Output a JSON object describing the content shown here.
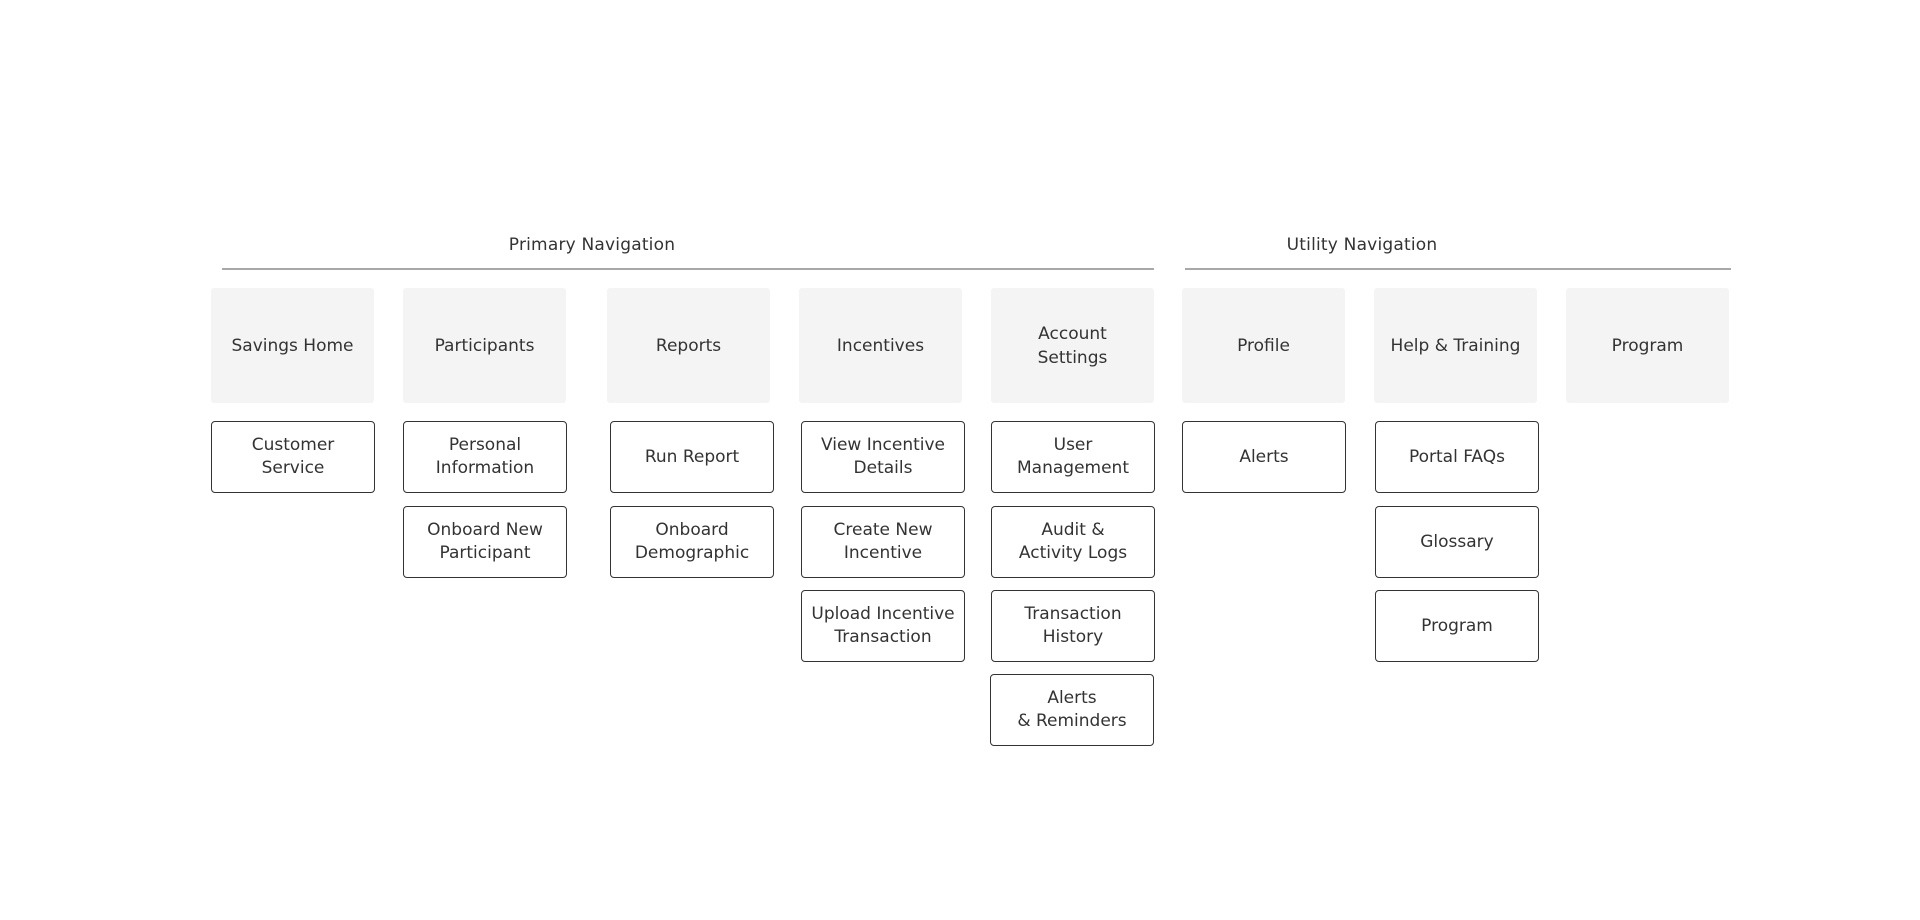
{
  "sections": {
    "primary": "Primary Navigation",
    "utility": "Utility Navigation"
  },
  "columns": [
    {
      "title": "Savings Home",
      "children": [
        "Customer\nService"
      ]
    },
    {
      "title": "Participants",
      "children": [
        "Personal\nInformation",
        "Onboard New\nParticipant"
      ]
    },
    {
      "title": "Reports",
      "children": [
        "Run Report",
        "Onboard\nDemographic"
      ]
    },
    {
      "title": "Incentives",
      "children": [
        "View Incentive\nDetails",
        "Create New\nIncentive",
        "Upload Incentive\nTransaction"
      ]
    },
    {
      "title": "Account\nSettings",
      "children": [
        "User\nManagement",
        "Audit &\nActivity Logs",
        "Transaction\nHistory",
        "Alerts\n& Reminders"
      ]
    },
    {
      "title": "Profile",
      "children": [
        "Alerts"
      ]
    },
    {
      "title": "Help & Training",
      "children": [
        "Portal FAQs",
        "Glossary",
        "Program"
      ]
    },
    {
      "title": "Program",
      "children": []
    }
  ]
}
